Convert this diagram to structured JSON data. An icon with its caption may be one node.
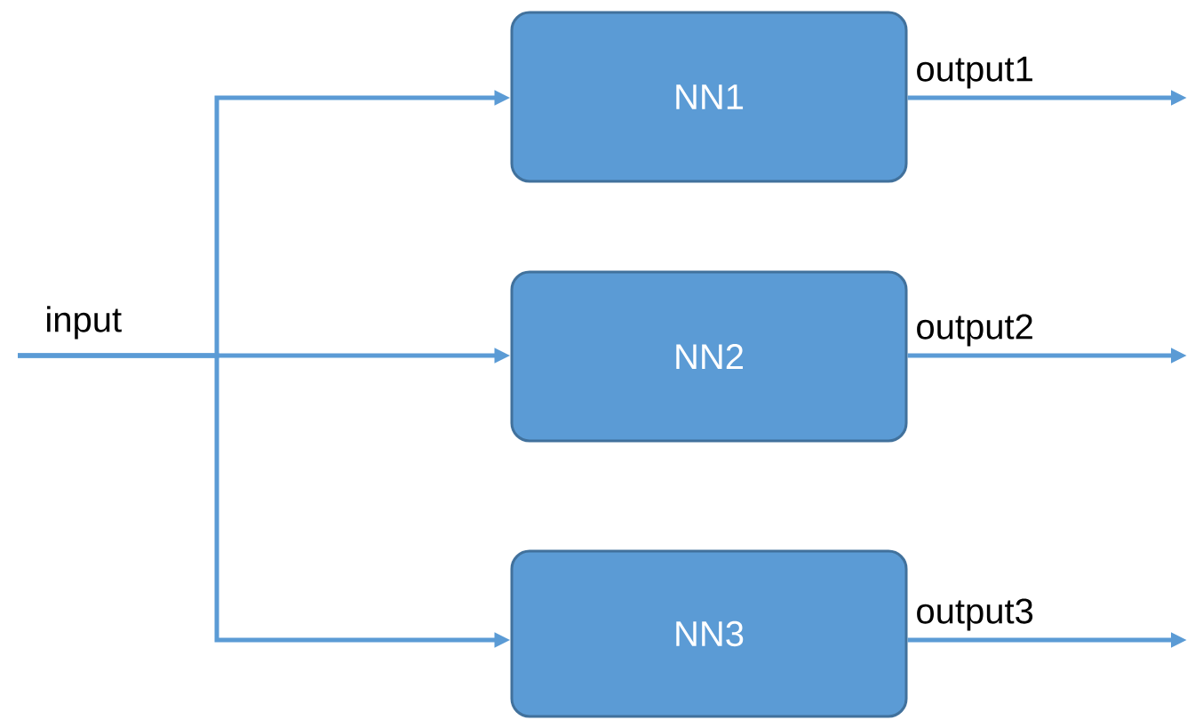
{
  "diagram": {
    "nodes": [
      {
        "text": [
          "NN1"
        ]
      },
      {
        "text": [
          "NN2"
        ]
      },
      {
        "text": [
          "NN3"
        ]
      }
    ],
    "edges": [
      {
        "from": null,
        "to": 0,
        "arrow": "to"
      },
      {
        "from": null,
        "to": 1,
        "arrow": "to"
      },
      {
        "from": null,
        "to": 2,
        "arrow": "to"
      },
      {
        "from": 0,
        "to": null,
        "arrow": "to",
        "label": "output1"
      },
      {
        "from": 1,
        "to": null,
        "arrow": "to",
        "label": "output2"
      },
      {
        "from": 2,
        "to": null,
        "arrow": "to",
        "label": "output3"
      }
    ],
    "labels": [
      "input"
    ]
  }
}
